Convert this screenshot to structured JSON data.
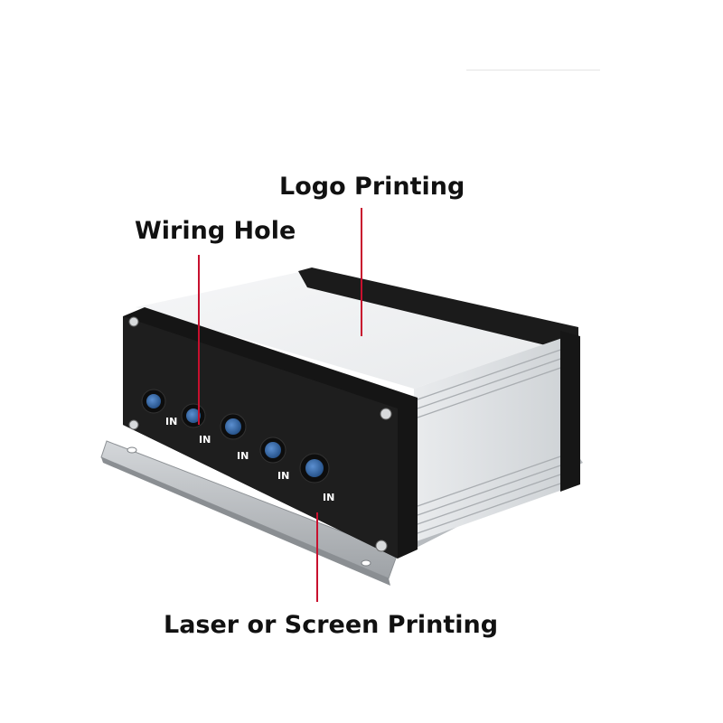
{
  "callouts": {
    "logo_printing": "Logo Printing",
    "wiring_hole": "Wiring Hole",
    "laser_printing": "Laser or Screen Printing"
  },
  "ports": {
    "label": "IN",
    "count": 5
  },
  "colors": {
    "pointer": "#c8102e",
    "enclosure_body": "#eef0f2",
    "end_cap": "#141414",
    "connector": "#3a6fb0",
    "flange": "#b8bcc0"
  }
}
